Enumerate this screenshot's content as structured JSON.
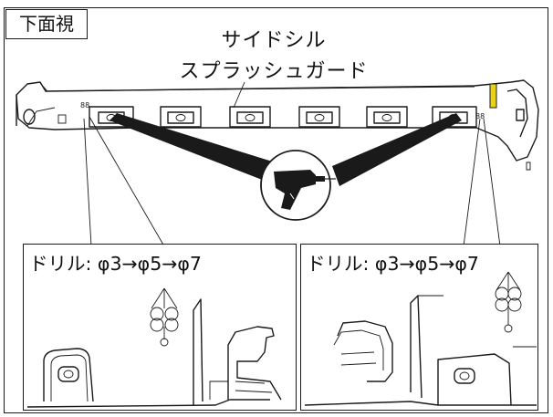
{
  "figure": {
    "view_label": "下面視",
    "part_name_line1": "サイドシル",
    "part_name_line2": "スプラッシュガード"
  },
  "drill_callouts": [
    {
      "text": "ドリル: φ3→φ5→φ7"
    },
    {
      "text": "ドリル: φ3→φ5→φ7"
    }
  ],
  "icons": [
    "power-drill-icon",
    "drill-hole-sequence-icon"
  ],
  "colors": {
    "line": "#1a1a1a",
    "highlight": "#e8d21a",
    "background": "#ffffff"
  }
}
